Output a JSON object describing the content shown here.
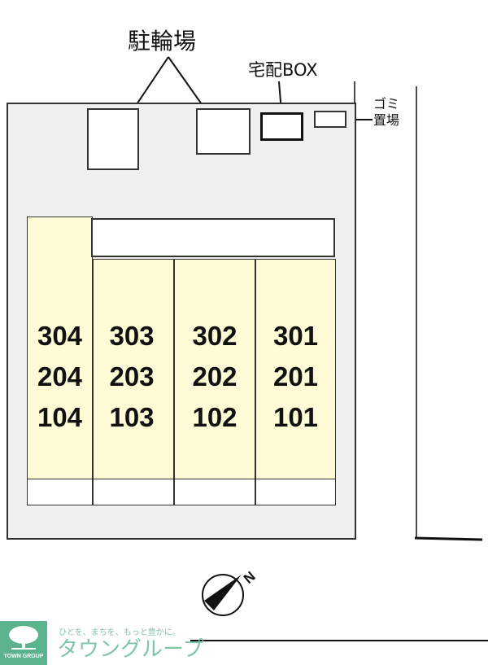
{
  "labels": {
    "bicycle_parking": "駐輪場",
    "delivery_box": "宅配BOX",
    "garbage_line1": "ゴミ",
    "garbage_line2": "置場",
    "compass": "N"
  },
  "units": [
    {
      "column": "col-4",
      "rooms": [
        "304",
        "204",
        "104"
      ]
    },
    {
      "column": "col-3",
      "rooms": [
        "303",
        "203",
        "103"
      ]
    },
    {
      "column": "col-2",
      "rooms": [
        "302",
        "202",
        "102"
      ]
    },
    {
      "column": "col-1",
      "rooms": [
        "301",
        "201",
        "101"
      ]
    }
  ],
  "logo": {
    "tagline": "ひとを、まちを、もっと豊かに。",
    "company": "タウングループ",
    "small": "TOWN GROUP"
  },
  "colors": {
    "unit_fill": "#fffbd6",
    "lot_fill": "#f0f0f0",
    "logo_green": "#5bb38e"
  }
}
